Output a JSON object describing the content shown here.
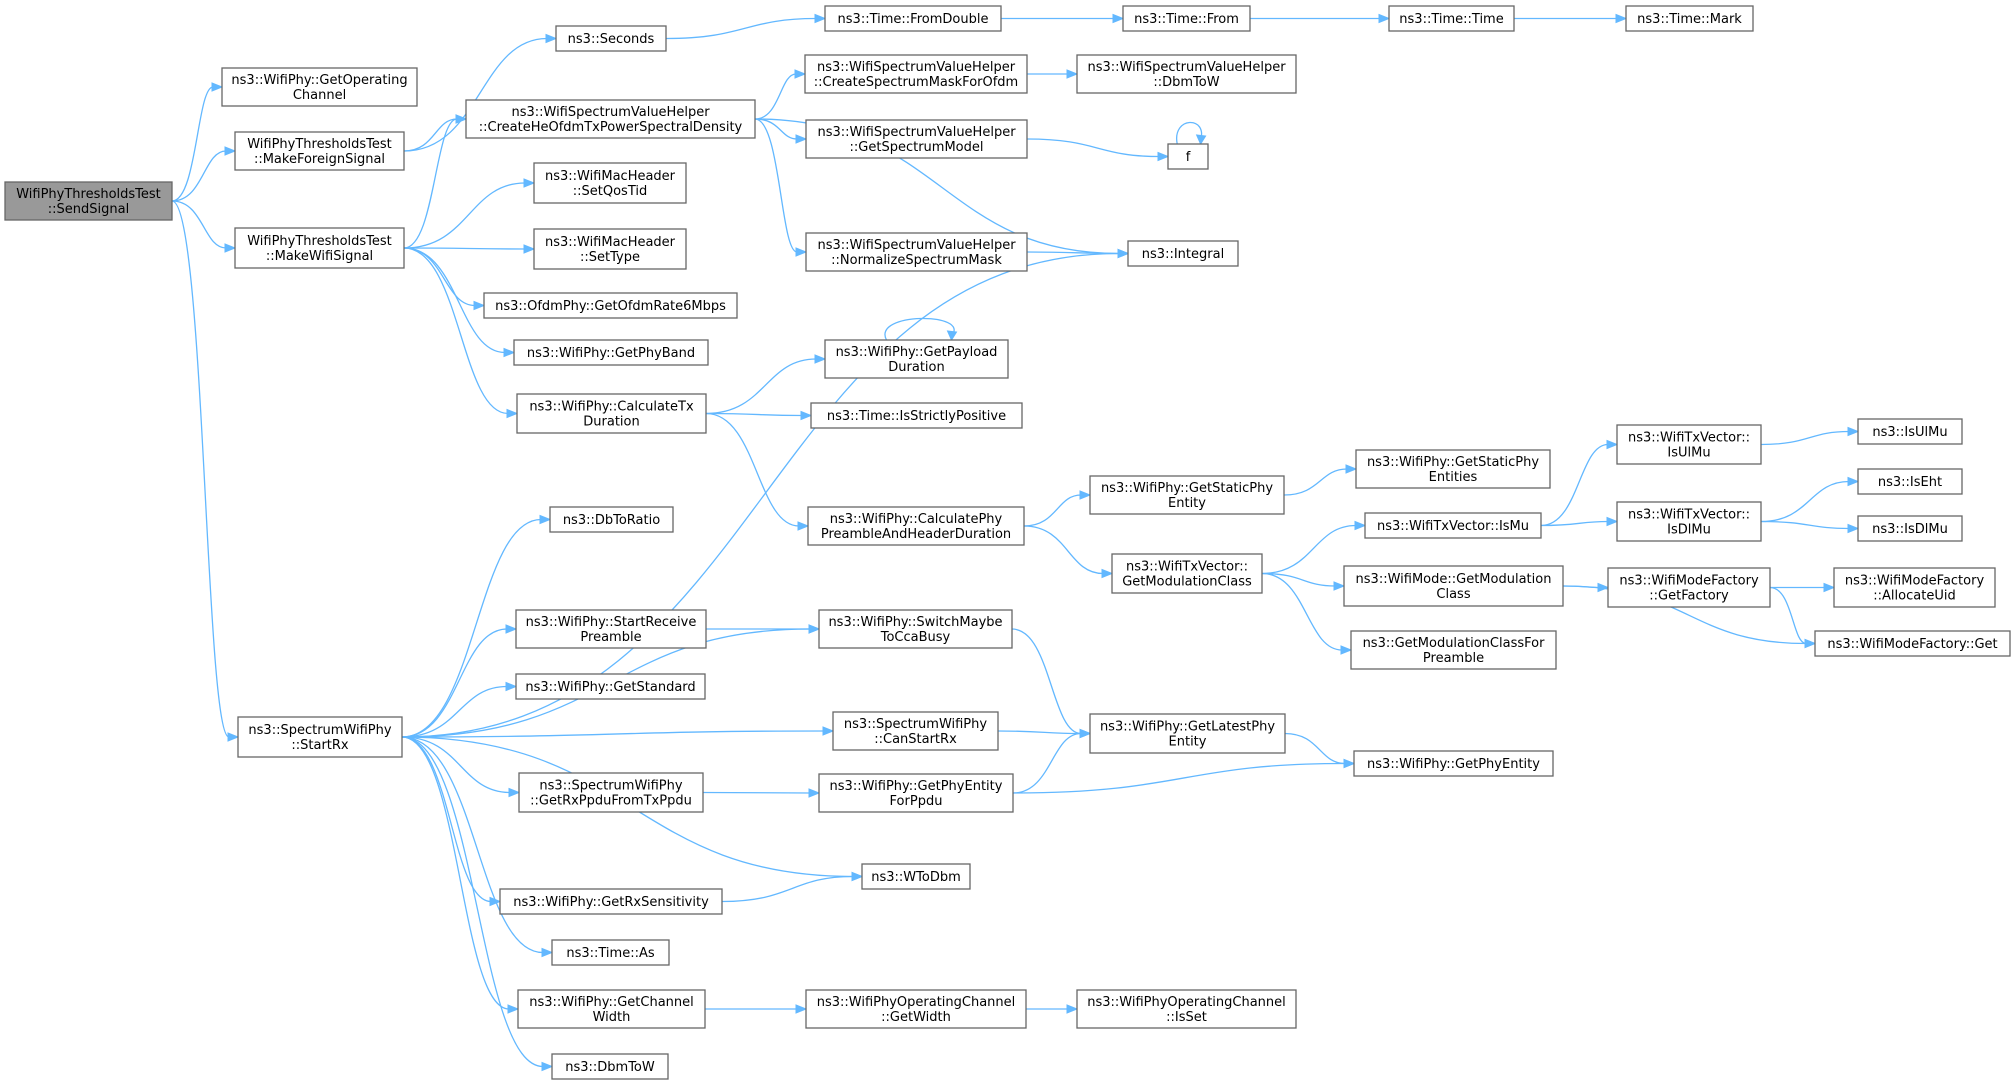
{
  "graph": {
    "nodes": [
      {
        "id": "root",
        "lines": [
          "WifiPhyThresholdsTest",
          "::SendSignal"
        ],
        "root": true
      },
      {
        "id": "getOpChannel",
        "lines": [
          "ns3::WifiPhy::GetOperating",
          "Channel"
        ]
      },
      {
        "id": "makeForeign",
        "lines": [
          "WifiPhyThresholdsTest",
          "::MakeForeignSignal"
        ]
      },
      {
        "id": "makeWifi",
        "lines": [
          "WifiPhyThresholdsTest",
          "::MakeWifiSignal"
        ]
      },
      {
        "id": "startRx",
        "lines": [
          "ns3::SpectrumWifiPhy",
          "::StartRx"
        ]
      },
      {
        "id": "seconds",
        "lines": [
          "ns3::Seconds"
        ]
      },
      {
        "id": "createHe",
        "lines": [
          "ns3::WifiSpectrumValueHelper",
          "::CreateHeOfdmTxPowerSpectralDensity"
        ]
      },
      {
        "id": "setQos",
        "lines": [
          "ns3::WifiMacHeader",
          "::SetQosTid"
        ]
      },
      {
        "id": "setType",
        "lines": [
          "ns3::WifiMacHeader",
          "::SetType"
        ]
      },
      {
        "id": "ofdmRate",
        "lines": [
          "ns3::OfdmPhy::GetOfdmRate6Mbps"
        ]
      },
      {
        "id": "getPhyBand",
        "lines": [
          "ns3::WifiPhy::GetPhyBand"
        ]
      },
      {
        "id": "calcTx",
        "lines": [
          "ns3::WifiPhy::CalculateTx",
          "Duration"
        ]
      },
      {
        "id": "dbToRatio",
        "lines": [
          "ns3::DbToRatio"
        ]
      },
      {
        "id": "startRecv",
        "lines": [
          "ns3::WifiPhy::StartReceive",
          "Preamble"
        ]
      },
      {
        "id": "getStandard",
        "lines": [
          "ns3::WifiPhy::GetStandard"
        ]
      },
      {
        "id": "getRxPpdu",
        "lines": [
          "ns3::SpectrumWifiPhy",
          "::GetRxPpduFromTxPpdu"
        ]
      },
      {
        "id": "getRxSens",
        "lines": [
          "ns3::WifiPhy::GetRxSensitivity"
        ]
      },
      {
        "id": "timeAs",
        "lines": [
          "ns3::Time::As"
        ]
      },
      {
        "id": "getChWidth",
        "lines": [
          "ns3::WifiPhy::GetChannel",
          "Width"
        ]
      },
      {
        "id": "dbmToW",
        "lines": [
          "ns3::DbmToW"
        ]
      },
      {
        "id": "fromDouble",
        "lines": [
          "ns3::Time::FromDouble"
        ]
      },
      {
        "id": "createMask",
        "lines": [
          "ns3::WifiSpectrumValueHelper",
          "::CreateSpectrumMaskForOfdm"
        ]
      },
      {
        "id": "getSpecModel",
        "lines": [
          "ns3::WifiSpectrumValueHelper",
          "::GetSpectrumModel"
        ]
      },
      {
        "id": "normMask",
        "lines": [
          "ns3::WifiSpectrumValueHelper",
          "::NormalizeSpectrumMask"
        ]
      },
      {
        "id": "getPayload",
        "lines": [
          "ns3::WifiPhy::GetPayload",
          "Duration"
        ]
      },
      {
        "id": "isStrictPos",
        "lines": [
          "ns3::Time::IsStrictlyPositive"
        ]
      },
      {
        "id": "calcPreamble",
        "lines": [
          "ns3::WifiPhy::CalculatePhy",
          "PreambleAndHeaderDuration"
        ]
      },
      {
        "id": "switchMaybe",
        "lines": [
          "ns3::WifiPhy::SwitchMaybe",
          "ToCcaBusy"
        ]
      },
      {
        "id": "canStartRx",
        "lines": [
          "ns3::SpectrumWifiPhy",
          "::CanStartRx"
        ]
      },
      {
        "id": "getPhyEntityPpdu",
        "lines": [
          "ns3::WifiPhy::GetPhyEntity",
          "ForPpdu"
        ]
      },
      {
        "id": "wToDbm",
        "lines": [
          "ns3::WToDbm"
        ]
      },
      {
        "id": "getWidth",
        "lines": [
          "ns3::WifiPhyOperatingChannel",
          "::GetWidth"
        ]
      },
      {
        "id": "timeFrom",
        "lines": [
          "ns3::Time::From"
        ]
      },
      {
        "id": "dbmToWHelper",
        "lines": [
          "ns3::WifiSpectrumValueHelper",
          "::DbmToW"
        ]
      },
      {
        "id": "f",
        "lines": [
          "f"
        ]
      },
      {
        "id": "integral",
        "lines": [
          "ns3::Integral"
        ]
      },
      {
        "id": "getStaticPhy",
        "lines": [
          "ns3::WifiPhy::GetStaticPhy",
          "Entity"
        ]
      },
      {
        "id": "getModClass",
        "lines": [
          "ns3::WifiTxVector::",
          "GetModulationClass"
        ]
      },
      {
        "id": "getLatestPhy",
        "lines": [
          "ns3::WifiPhy::GetLatestPhy",
          "Entity"
        ]
      },
      {
        "id": "isSet",
        "lines": [
          "ns3::WifiPhyOperatingChannel",
          "::IsSet"
        ]
      },
      {
        "id": "timeTime",
        "lines": [
          "ns3::Time::Time"
        ]
      },
      {
        "id": "staticEntities",
        "lines": [
          "ns3::WifiPhy::GetStaticPhy",
          "Entities"
        ]
      },
      {
        "id": "isMu",
        "lines": [
          "ns3::WifiTxVector::IsMu"
        ]
      },
      {
        "id": "modeGetModClass",
        "lines": [
          "ns3::WifiMode::GetModulation",
          "Class"
        ]
      },
      {
        "id": "modClassPreamble",
        "lines": [
          "ns3::GetModulationClassFor",
          "Preamble"
        ]
      },
      {
        "id": "getPhyEntity",
        "lines": [
          "ns3::WifiPhy::GetPhyEntity"
        ]
      },
      {
        "id": "timeMark",
        "lines": [
          "ns3::Time::Mark"
        ]
      },
      {
        "id": "txIsUlMu",
        "lines": [
          "ns3::WifiTxVector::",
          "IsUlMu"
        ]
      },
      {
        "id": "txIsDlMu",
        "lines": [
          "ns3::WifiTxVector::",
          "IsDlMu"
        ]
      },
      {
        "id": "getFactory",
        "lines": [
          "ns3::WifiModeFactory",
          "::GetFactory"
        ]
      },
      {
        "id": "isUlMu",
        "lines": [
          "ns3::IsUlMu"
        ]
      },
      {
        "id": "isEht",
        "lines": [
          "ns3::IsEht"
        ]
      },
      {
        "id": "isDlMu",
        "lines": [
          "ns3::IsDlMu"
        ]
      },
      {
        "id": "allocUid",
        "lines": [
          "ns3::WifiModeFactory",
          "::AllocateUid"
        ]
      },
      {
        "id": "factoryGet",
        "lines": [
          "ns3::WifiModeFactory::Get"
        ]
      }
    ],
    "edges": [
      [
        "root",
        "getOpChannel"
      ],
      [
        "root",
        "makeForeign"
      ],
      [
        "root",
        "makeWifi"
      ],
      [
        "root",
        "startRx"
      ],
      [
        "makeForeign",
        "seconds"
      ],
      [
        "makeForeign",
        "createHe"
      ],
      [
        "makeWifi",
        "createHe"
      ],
      [
        "makeWifi",
        "setQos"
      ],
      [
        "makeWifi",
        "setType"
      ],
      [
        "makeWifi",
        "ofdmRate"
      ],
      [
        "makeWifi",
        "getPhyBand"
      ],
      [
        "makeWifi",
        "calcTx"
      ],
      [
        "seconds",
        "fromDouble"
      ],
      [
        "fromDouble",
        "timeFrom"
      ],
      [
        "timeFrom",
        "timeTime"
      ],
      [
        "timeTime",
        "timeMark"
      ],
      [
        "createHe",
        "createMask"
      ],
      [
        "createHe",
        "getSpecModel"
      ],
      [
        "createHe",
        "normMask"
      ],
      [
        "createHe",
        "integral"
      ],
      [
        "createMask",
        "dbmToWHelper"
      ],
      [
        "getSpecModel",
        "f"
      ],
      [
        "f",
        "f"
      ],
      [
        "normMask",
        "integral"
      ],
      [
        "calcTx",
        "getPayload"
      ],
      [
        "calcTx",
        "isStrictPos"
      ],
      [
        "calcTx",
        "calcPreamble"
      ],
      [
        "getPayload",
        "getPayload"
      ],
      [
        "startRx",
        "integral"
      ],
      [
        "startRx",
        "dbToRatio"
      ],
      [
        "startRx",
        "switchMaybe"
      ],
      [
        "startRx",
        "startRecv"
      ],
      [
        "startRx",
        "getStandard"
      ],
      [
        "startRx",
        "canStartRx"
      ],
      [
        "startRx",
        "getRxPpdu"
      ],
      [
        "startRx",
        "wToDbm"
      ],
      [
        "startRx",
        "getRxSens"
      ],
      [
        "startRx",
        "timeAs"
      ],
      [
        "startRx",
        "getChWidth"
      ],
      [
        "startRx",
        "dbmToW"
      ],
      [
        "startRecv",
        "switchMaybe"
      ],
      [
        "switchMaybe",
        "getLatestPhy"
      ],
      [
        "canStartRx",
        "getLatestPhy"
      ],
      [
        "getRxPpdu",
        "getPhyEntityPpdu"
      ],
      [
        "getPhyEntityPpdu",
        "getLatestPhy"
      ],
      [
        "getPhyEntityPpdu",
        "getPhyEntity"
      ],
      [
        "getRxSens",
        "wToDbm"
      ],
      [
        "getChWidth",
        "getWidth"
      ],
      [
        "getWidth",
        "isSet"
      ],
      [
        "calcPreamble",
        "getStaticPhy"
      ],
      [
        "calcPreamble",
        "getModClass"
      ],
      [
        "getStaticPhy",
        "staticEntities"
      ],
      [
        "getModClass",
        "isMu"
      ],
      [
        "getModClass",
        "modeGetModClass"
      ],
      [
        "getModClass",
        "modClassPreamble"
      ],
      [
        "isMu",
        "txIsUlMu"
      ],
      [
        "isMu",
        "txIsDlMu"
      ],
      [
        "txIsUlMu",
        "isUlMu"
      ],
      [
        "txIsDlMu",
        "isEht"
      ],
      [
        "txIsDlMu",
        "isDlMu"
      ],
      [
        "modeGetModClass",
        "getFactory"
      ],
      [
        "modeGetModClass",
        "factoryGet"
      ],
      [
        "getFactory",
        "allocUid"
      ],
      [
        "getFactory",
        "factoryGet"
      ],
      [
        "getLatestPhy",
        "getPhyEntity"
      ]
    ]
  }
}
